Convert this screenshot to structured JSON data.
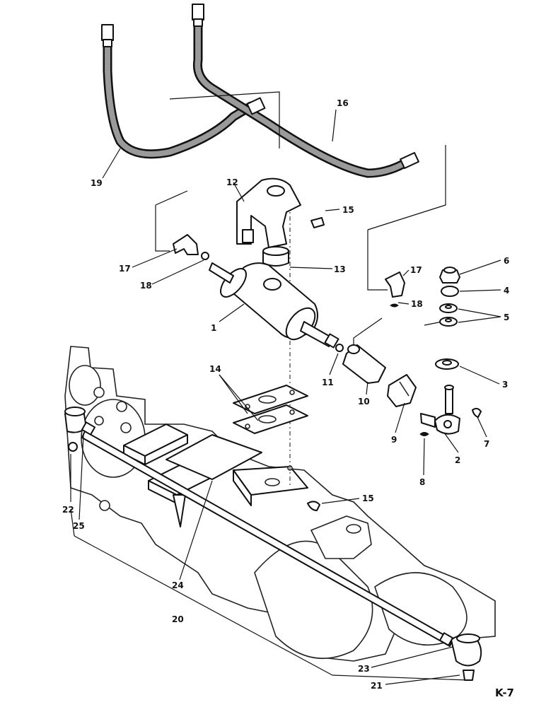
{
  "page_code": "K-7",
  "callouts": {
    "c1": "1",
    "c2": "2",
    "c3": "3",
    "c4": "4",
    "c5": "5",
    "c6": "6",
    "c7": "7",
    "c8": "8",
    "c9": "9",
    "c10": "10",
    "c11": "11",
    "c12": "12",
    "c13": "13",
    "c14": "14",
    "c15a": "15",
    "c15b": "15",
    "c16": "16",
    "c17a": "17",
    "c17b": "17",
    "c18a": "18",
    "c18b": "18",
    "c19": "19",
    "c20": "20",
    "c21": "21",
    "c22": "22",
    "c23": "23",
    "c24": "24",
    "c25": "25"
  }
}
